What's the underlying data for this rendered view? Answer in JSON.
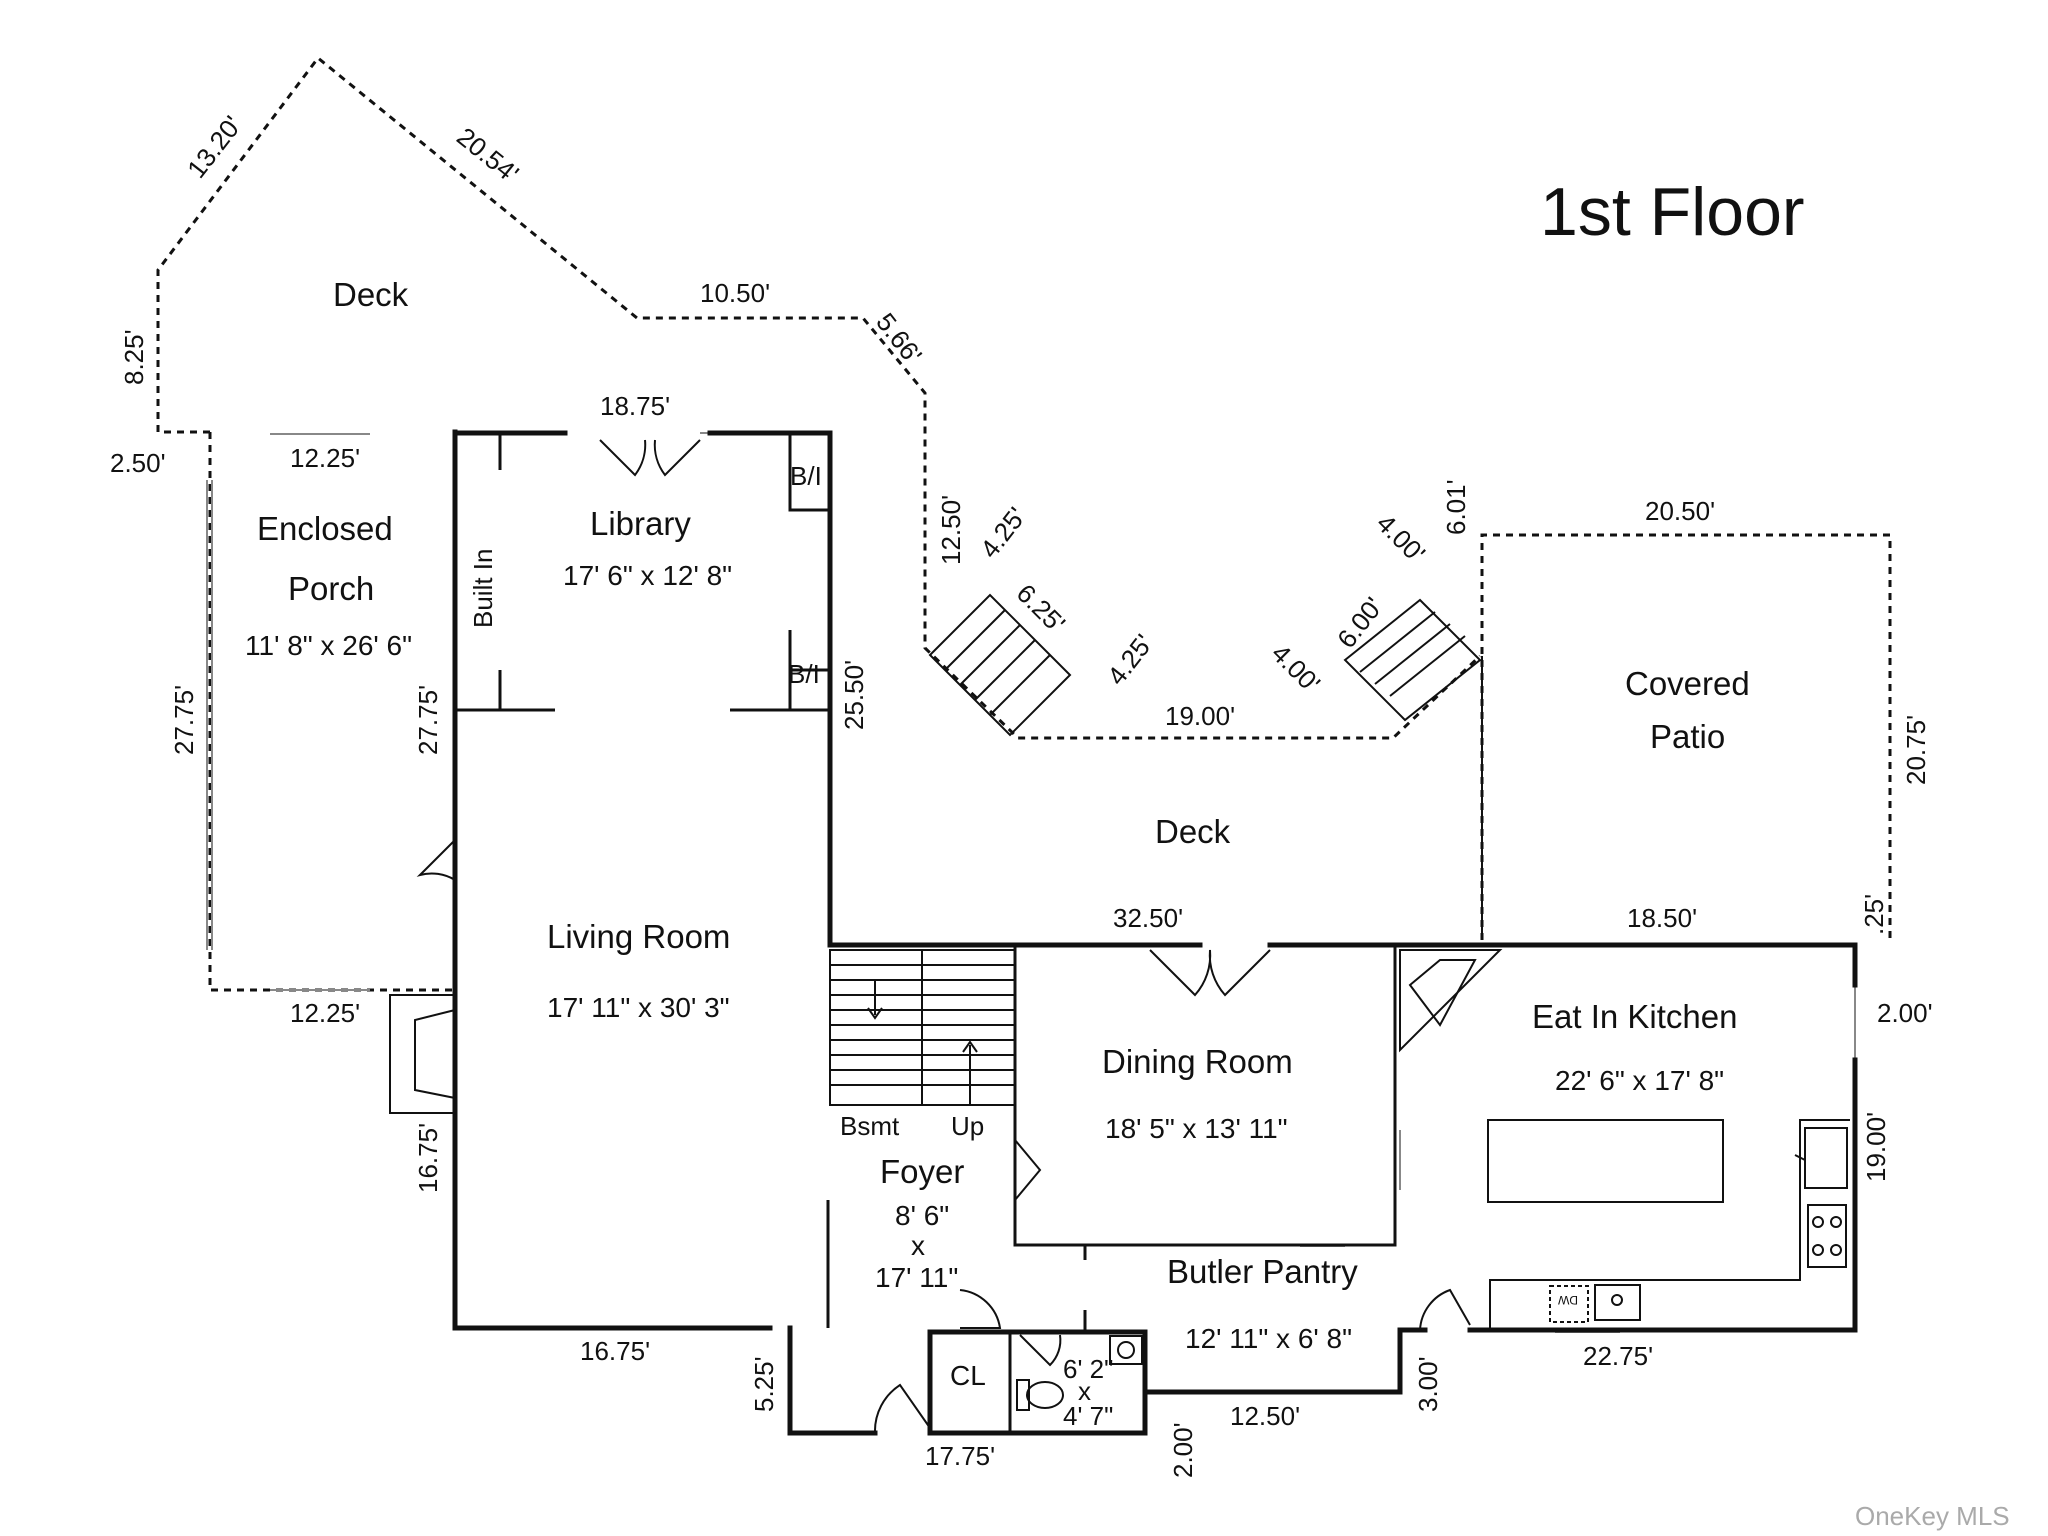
{
  "title": "1st Floor",
  "watermark": "OneKey MLS",
  "rooms": {
    "deck_upper": "Deck",
    "enclosed_porch_1": "Enclosed",
    "enclosed_porch_2": "Porch",
    "enclosed_porch_size": "11' 8\" x 26' 6\"",
    "library": "Library",
    "library_size": "17' 6\" x 12' 8\"",
    "built_in": "Built In",
    "bi_1": "B/I",
    "bi_2": "B/I",
    "covered_patio_1": "Covered",
    "covered_patio_2": "Patio",
    "deck_middle": "Deck",
    "living_room": "Living Room",
    "living_room_size": "17' 11\" x 30' 3\"",
    "dining_room": "Dining Room",
    "dining_room_size": "18' 5\" x 13' 11\"",
    "eat_in_kitchen": "Eat In Kitchen",
    "eat_in_kitchen_size": "22' 6\" x 17' 8\"",
    "bsmt": "Bsmt",
    "up": "Up",
    "foyer": "Foyer",
    "foyer_size_1": "8' 6\"",
    "foyer_size_2": "x",
    "foyer_size_3": "17' 11\"",
    "butler_pantry": "Butler Pantry",
    "butler_pantry_size": "12' 11\" x 6' 8\"",
    "closet": "CL",
    "powder_size_1": "6' 2\"",
    "powder_size_2": "x",
    "powder_size_3": "4' 7\"",
    "dw": "DW"
  },
  "dimensions": {
    "d_13_20": "13.20'",
    "d_20_54": "20.54'",
    "d_10_50": "10.50'",
    "d_5_66": "5.66'",
    "d_8_25": "8.25'",
    "d_2_50": "2.50'",
    "d_12_25_top": "12.25'",
    "d_18_75": "18.75'",
    "d_12_50_left": "12.50'",
    "d_4_25_a": "4.25'",
    "d_6_25": "6.25'",
    "d_4_25_b": "4.25'",
    "d_19_00": "19.00'",
    "d_4_00_a": "4.00'",
    "d_6_00": "6.00'",
    "d_4_00_b": "4.00'",
    "d_6_01": "6.01'",
    "d_20_50": "20.50'",
    "d_20_75": "20.75'",
    "d_25": ".25'",
    "d_27_75_left": "27.75'",
    "d_27_75_inner": "27.75'",
    "d_25_50": "25.50'",
    "d_32_50": "32.50'",
    "d_18_50": "18.50'",
    "d_12_25_bottom": "12.25'",
    "d_2_00_right": "2.00'",
    "d_19_00_right": "19.00'",
    "d_16_75_side": "16.75'",
    "d_16_75_bottom": "16.75'",
    "d_5_25": "5.25'",
    "d_17_75": "17.75'",
    "d_2_00_bottom": "2.00'",
    "d_12_50_bottom": "12.50'",
    "d_3_00": "3.00'",
    "d_22_75": "22.75'"
  }
}
